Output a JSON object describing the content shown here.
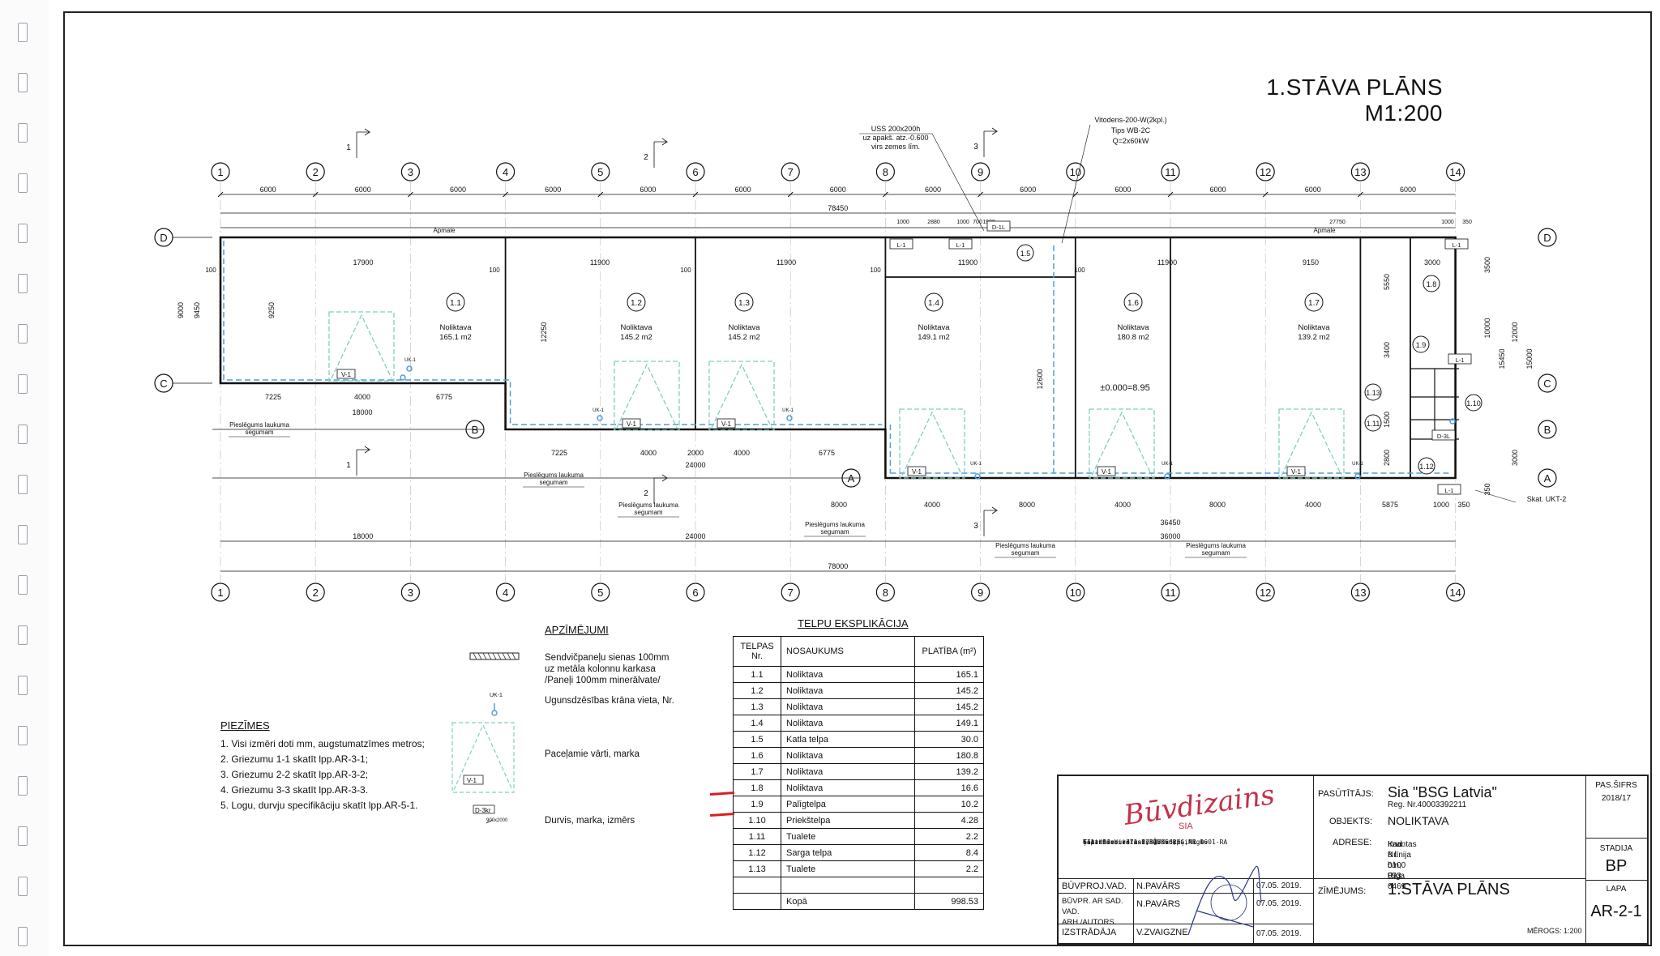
{
  "title": {
    "line1": "1.STĀVA PLĀNS",
    "line2": "M1:200"
  },
  "axes_labels": [
    "1",
    "2",
    "3",
    "4",
    "5",
    "6",
    "7",
    "8",
    "9",
    "10",
    "11",
    "12",
    "13",
    "14"
  ],
  "row_labels": [
    "D",
    "C",
    "B",
    "A"
  ],
  "dimensions": {
    "bays": [
      "6000",
      "6000",
      "6000",
      "6000",
      "6000",
      "6000",
      "6000",
      "6000",
      "6000",
      "6000",
      "6000",
      "6000",
      "6000"
    ],
    "total_top": "78450",
    "total_bottom": "78000",
    "bottom_groups": [
      "18000",
      "24000",
      "36000"
    ],
    "bottom_sub": [
      "36450"
    ],
    "small_top": [
      "1000",
      "2880",
      "1000",
      "700",
      "1900",
      "27750",
      "1000",
      "350"
    ],
    "left_vert": [
      "9000",
      "9450",
      "9250"
    ],
    "right_vert": [
      "3500",
      "10000",
      "15450",
      "12000",
      "15000",
      "3000",
      "350"
    ],
    "inner": [
      "17900",
      "11900",
      "11900",
      "11900",
      "11900",
      "9150",
      "3000",
      "12250",
      "12600",
      "5550",
      "3400",
      "1500",
      "2800"
    ],
    "gates_row": [
      "7225",
      "4000",
      "6775",
      "18000",
      "7225",
      "4000",
      "2000",
      "4000",
      "6775",
      "24000",
      "8000",
      "4000",
      "8000",
      "4000",
      "8000",
      "4000",
      "5875",
      "1000",
      "350"
    ],
    "rails": [
      "100",
      "100",
      "100",
      "100",
      "100"
    ]
  },
  "callouts": {
    "uss": [
      "USS 200x200h",
      "uz apakš. atz.-0.600",
      "virs zemes līm."
    ],
    "vitodens": [
      "Vitodens-200-W(2kpl.)",
      "Tips WB-2C",
      "Q=2x60kW"
    ],
    "apmale": "Apmale",
    "level": "±0.000=8.95",
    "skat": "Skat. UKT-2",
    "pieslegums": [
      "Pieslēgums laukuma",
      "segumam"
    ],
    "section_marks": [
      "1",
      "2",
      "3"
    ],
    "door_tags": [
      "L-1",
      "D-1L",
      "D-3L",
      "D-3kr",
      "L-1"
    ],
    "gate_tag": "V-1",
    "hydrant_tag": "UK-1"
  },
  "rooms_plan": [
    {
      "no": "1.1",
      "name": "Noliktava",
      "area": "165.1 m2"
    },
    {
      "no": "1.2",
      "name": "Noliktava",
      "area": "145.2 m2"
    },
    {
      "no": "1.3",
      "name": "Noliktava",
      "area": "145.2 m2"
    },
    {
      "no": "1.4",
      "name": "Noliktava",
      "area": "149.1 m2"
    },
    {
      "no": "1.6",
      "name": "Noliktava",
      "area": "180.8 m2"
    },
    {
      "no": "1.7",
      "name": "Noliktava",
      "area": "139.2 m2"
    }
  ],
  "small_rooms": [
    "1.5",
    "1.8",
    "1.9",
    "1.10",
    "1.11",
    "1.12",
    "1.13"
  ],
  "legend": {
    "title": "APZĪMĒJUMI",
    "items": [
      "Sendvičpaneļu sienas 100mm",
      "uz metāla kolonnu karkasa",
      "/Paneļi  100mm minerālvate/",
      "Ugunsdzēsības krāna vieta, Nr.",
      "Paceļamie vārti, marka",
      "Durvis, marka, izmērs"
    ],
    "hydrant_mark": "UK-1",
    "gate_mark": "V-1",
    "door_mark": "D-3kr",
    "door_size": "900x2000"
  },
  "notes": {
    "title": "PIEZĪMES",
    "items": [
      "1. Visi izmēri doti mm, augstumatzīmes metros;",
      "2. Griezumu 1-1 skatīt  lpp.AR-3-1;",
      "3. Griezumu 2-2 skatīt  lpp.AR-3-2;",
      "4. Griezumu 3-3 skatīt  lpp.AR-3-3.",
      "5. Logu, durvju specifikāciju skatīt  lpp.AR-5-1."
    ]
  },
  "room_table": {
    "title": "TELPU EKSPLIKĀCIJA",
    "headers": [
      "TELPAS Nr.",
      "NOSAUKUMS",
      "PLATĪBA (m²)"
    ],
    "rows": [
      [
        "1.1",
        "Noliktava",
        "165.1"
      ],
      [
        "1.2",
        "Noliktava",
        "145.2"
      ],
      [
        "1.3",
        "Noliktava",
        "145.2"
      ],
      [
        "1.4",
        "Noliktava",
        "149.1"
      ],
      [
        "1.5",
        "Katla telpa",
        "30.0"
      ],
      [
        "1.6",
        "Noliktava",
        "180.8"
      ],
      [
        "1.7",
        "Noliktava",
        "139.2"
      ],
      [
        "1.8",
        "Noliktava",
        "16.6"
      ],
      [
        "1.9",
        "Palīgtelpa",
        "10.2"
      ],
      [
        "1.10",
        "Priekštelpa",
        "4.28"
      ],
      [
        "1.11",
        "Tualete",
        "2.2"
      ],
      [
        "1.12",
        "Sarga telpa",
        "8.4"
      ],
      [
        "1.13",
        "Tualete",
        "2.2"
      ],
      [
        "",
        "",
        " "
      ]
    ],
    "total_label": "Kopā",
    "total_value": "998.53"
  },
  "title_block": {
    "logo_text": "Būvdizains",
    "logo_sub": "SIA",
    "company_lines": [
      "SIA \"Būvdizains\",BŪVK. REĢ.NR.0601-RA",
      "Ģertrūdes iela  2, 1. korp.,Rīga",
      "Tālrunis: +371 67315066;",
      "e-pasts:buvdizains@buvdizains.lv"
    ],
    "client_label": "PASŪTĪTĀJS:",
    "client": "Sia \"BSG Latvia\"",
    "client_reg": "Reg. Nr.40003392211",
    "object_label": "OBJEKTS:",
    "object": "NOLIKTAVA",
    "address_label": "ADRESE:",
    "address1": "Imantas 8 līnija b/n, Rīga",
    "address2": "Kad. Nr. 0100 093 0469",
    "drawing_label": "ZĪMĒJUMS:",
    "drawing": "1.STĀVA PLĀNS",
    "scale_label": "MĒROGS: 1:200",
    "pas_label": "PAS.ŠIFRS",
    "pas_value": "2018/17",
    "stage_label": "STADIJA",
    "stage_value": "BP",
    "page_label": "LAPA",
    "page_value": "AR-2-1",
    "roles": [
      {
        "role": "BŪVPROJ.VAD.",
        "name": "N.PAVĀRS",
        "date": "07.05. 2019."
      },
      {
        "role": "BŪVPR. AR SAD. VAD. ARH./AUTORS",
        "name": "N.PAVĀRS",
        "date": "07.05. 2019."
      },
      {
        "role": "IZSTRĀDĀJA",
        "name": "V.ZVAIGZNE",
        "date": "07.05. 2019."
      }
    ]
  }
}
